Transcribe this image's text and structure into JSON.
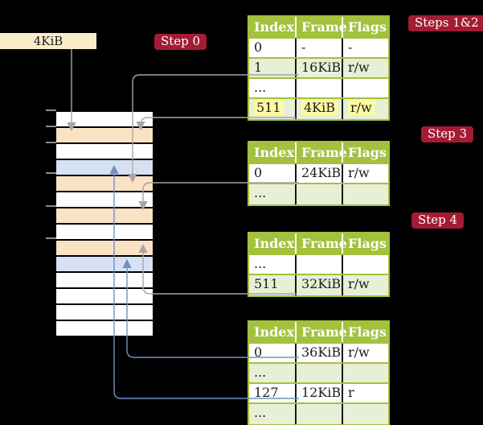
{
  "frame_box": {
    "label": "4KiB"
  },
  "step_labels": {
    "step0": "Step 0",
    "steps_1_2": "Steps 1&2",
    "step3": "Step 3",
    "step4": "Step 4"
  },
  "tables": [
    {
      "name": "page-table-steps-1-2",
      "headers": [
        "Index",
        "Frame",
        "Flags"
      ],
      "rows": [
        {
          "cells": [
            "0",
            "-",
            "-"
          ],
          "shaded": false,
          "highlighted": false
        },
        {
          "cells": [
            "1",
            "16KiB",
            "r/w"
          ],
          "shaded": true,
          "highlighted": false
        },
        {
          "cells": [
            "...",
            "",
            ""
          ],
          "shaded": false,
          "highlighted": false
        },
        {
          "cells": [
            "511",
            "4KiB",
            "r/w"
          ],
          "shaded": true,
          "highlighted": true
        }
      ]
    },
    {
      "name": "page-table-step-3",
      "headers": [
        "Index",
        "Frame",
        "Flags"
      ],
      "rows": [
        {
          "cells": [
            "0",
            "24KiB",
            "r/w"
          ],
          "shaded": false,
          "highlighted": false
        },
        {
          "cells": [
            "...",
            "",
            ""
          ],
          "shaded": true,
          "highlighted": false
        }
      ]
    },
    {
      "name": "page-table-step-4-upper",
      "headers": [
        "Index",
        "Frame",
        "Flags"
      ],
      "rows": [
        {
          "cells": [
            "...",
            "",
            ""
          ],
          "shaded": false,
          "highlighted": false
        },
        {
          "cells": [
            "511",
            "32KiB",
            "r/w"
          ],
          "shaded": true,
          "highlighted": false
        }
      ]
    },
    {
      "name": "page-table-step-4-lower",
      "headers": [
        "Index",
        "Frame",
        "Flags"
      ],
      "rows": [
        {
          "cells": [
            "0",
            "36KiB",
            "r/w"
          ],
          "shaded": false,
          "highlighted": false
        },
        {
          "cells": [
            "...",
            "",
            ""
          ],
          "shaded": true,
          "highlighted": false
        },
        {
          "cells": [
            "127",
            "12KiB",
            "r"
          ],
          "shaded": false,
          "highlighted": false
        },
        {
          "cells": [
            "...",
            "",
            ""
          ],
          "shaded": true,
          "highlighted": false
        }
      ]
    }
  ],
  "memory_column": {
    "cells": [
      "white",
      "peach",
      "white",
      "blue",
      "peach",
      "white",
      "peach",
      "white",
      "peach",
      "blue",
      "white",
      "white",
      "white",
      "white"
    ]
  },
  "connections": [
    {
      "from": "frame-size-box",
      "to": "memory-frame-4KiB",
      "color": "gray"
    },
    {
      "from": "pt-row-16KiB",
      "to": "memory-frame-16KiB",
      "color": "gray"
    },
    {
      "from": "pt-row-4KiB",
      "to": "memory-frame-4KiB",
      "color": "gray"
    },
    {
      "from": "pt-row-24KiB",
      "to": "memory-frame-24KiB",
      "color": "gray"
    },
    {
      "from": "pt-row-32KiB",
      "to": "memory-frame-32KiB",
      "color": "gray"
    },
    {
      "from": "pt-row-36KiB",
      "to": "memory-frame-36KiB",
      "color": "blue"
    },
    {
      "from": "pt-row-12KiB",
      "to": "memory-frame-12KiB",
      "color": "blue"
    }
  ],
  "colors": {
    "header_green": "#a3c13c",
    "row_shaded": "#e8efd7",
    "peach": "#fbe2c5",
    "blue_cell": "#d6e2f3",
    "cream": "#faecc7",
    "label_red": "#a31c33",
    "highlight_yellow": "#fdf9a3",
    "connector_gray": "#a6a6a6",
    "connector_blue": "#7191c1"
  }
}
